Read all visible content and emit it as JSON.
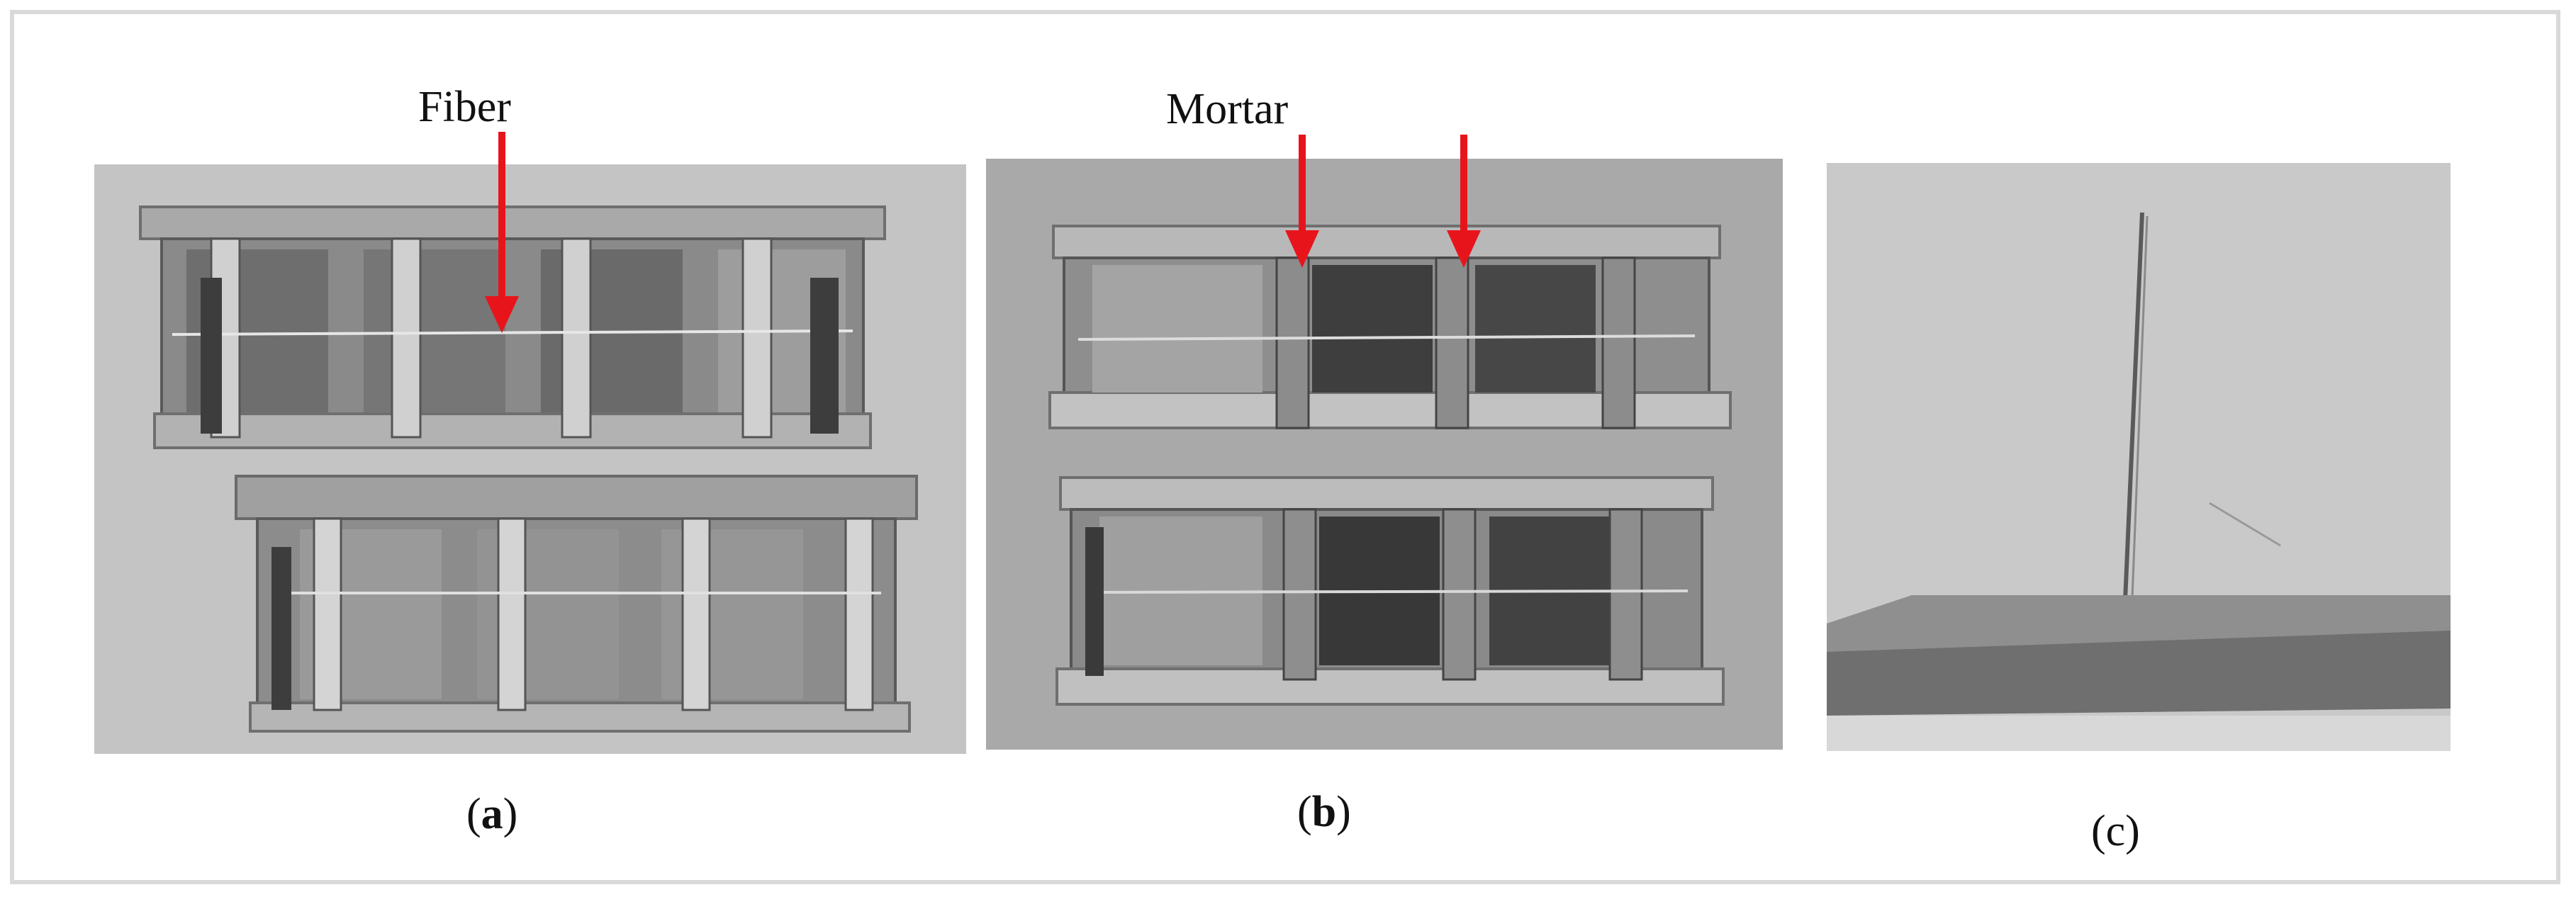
{
  "annotations": {
    "fiber_label": "Fiber",
    "mortar_label": "Mortar"
  },
  "captions": {
    "a_open": "(",
    "a_letter": "a",
    "a_close": ")",
    "b_open": "(",
    "b_letter": "b",
    "b_close": ")",
    "c": "(c)"
  },
  "colors": {
    "arrow": "#e8141c",
    "frame": "#d9d9d9"
  }
}
